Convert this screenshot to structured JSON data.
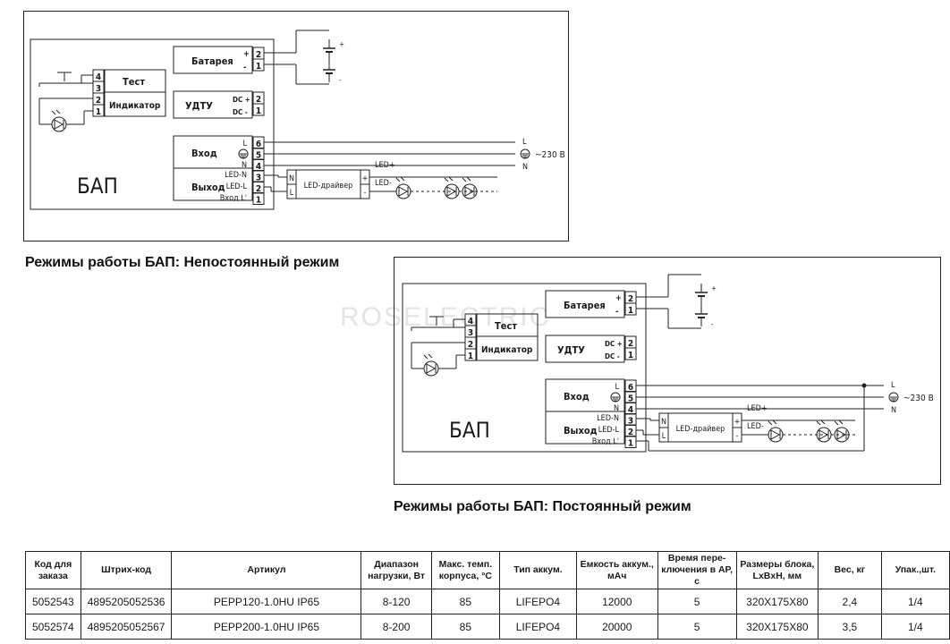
{
  "watermark": "ROSELECTRIC",
  "diagram1": {
    "block_name": "БАП",
    "battery_label": "Батарея",
    "battery_plus": "+",
    "battery_minus": "-",
    "udtu_label": "УДТУ",
    "dc_plus": "DC +",
    "dc_minus": "DC -",
    "test_label": "Тест",
    "indicator_label": "Индикатор",
    "input_label": "Вход",
    "output_label": "Выход",
    "pin_L": "L",
    "pin_N": "N",
    "pin_led_n": "LED-N",
    "pin_led_l": "LED-L",
    "pin_input_l": "Вход L'",
    "driver_label": "LED-драйвер",
    "driver_N": "N",
    "driver_L": "L",
    "driver_plus": "+",
    "driver_minus": "-",
    "led_plus": "LED+",
    "led_minus": "LED-",
    "line_L": "L",
    "line_N": "N",
    "voltage": "~230 В",
    "term_1": "1",
    "term_2": "2",
    "term_3": "3",
    "term_4": "4",
    "term_5": "5",
    "term_6": "6"
  },
  "caption1": "Режимы работы БАП: Непостоянный режим",
  "caption2": "Режимы работы БАП: Постоянный режим",
  "table": {
    "headers": [
      [
        "Код для",
        "заказа"
      ],
      [
        "Штрих-код"
      ],
      [
        "Артикул"
      ],
      [
        "Диапазон",
        "нагрузки, Вт"
      ],
      [
        "Макс. темп.",
        "корпуса, °С"
      ],
      [
        "Тип аккум."
      ],
      [
        "Емкость аккум.,",
        "мАч"
      ],
      [
        "Время пере-",
        "ключения в АР, с"
      ],
      [
        "Размеры блока,",
        "LxBxH, мм"
      ],
      [
        "Вес, кг"
      ],
      [
        "Упак.,шт."
      ]
    ],
    "rows": [
      [
        "5052543",
        "4895205052536",
        "PEPP120-1.0HU IP65",
        "8-120",
        "85",
        "LIFEPO4",
        "12000",
        "5",
        "320X175X80",
        "2,4",
        "1/4"
      ],
      [
        "5052574",
        "4895205052567",
        "PEPP200-1.0HU IP65",
        "8-200",
        "85",
        "LIFEPO4",
        "20000",
        "5",
        "320X175X80",
        "3,5",
        "1/4"
      ]
    ]
  }
}
